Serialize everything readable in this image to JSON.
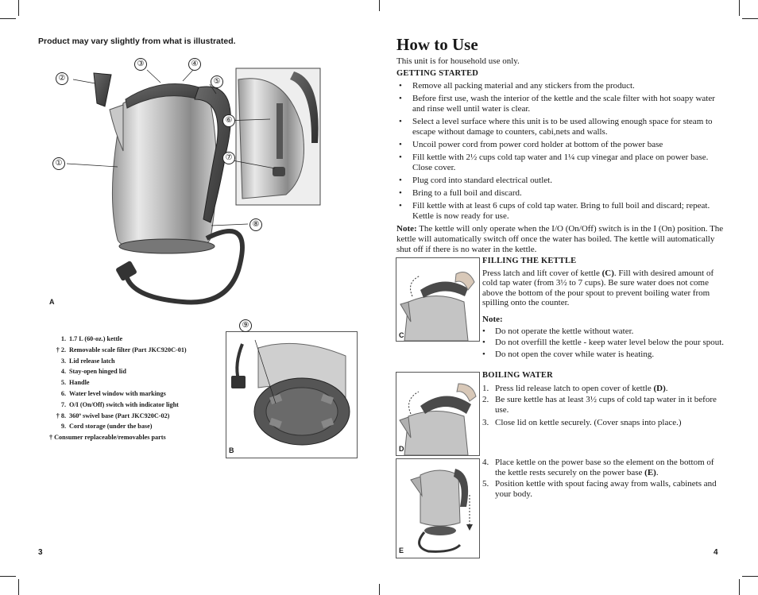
{
  "left_page": {
    "top_note": "Product may vary slightly from what is illustrated.",
    "figure_a_letter": "A",
    "figure_b_letter": "B",
    "callouts": [
      "①",
      "②",
      "③",
      "④",
      "⑤",
      "⑥",
      "⑦",
      "⑧",
      "⑨"
    ],
    "parts": [
      {
        "num": "1.",
        "text": "1.7 L (60-oz.) kettle"
      },
      {
        "num": "† 2.",
        "text": "Removable scale filter (Part JKC920C-01)"
      },
      {
        "num": "3.",
        "text": "Lid release latch"
      },
      {
        "num": "4.",
        "text": "Stay-open hinged lid"
      },
      {
        "num": "5.",
        "text": "Handle"
      },
      {
        "num": "6.",
        "text": "Water level window with markings"
      },
      {
        "num": "7.",
        "text": "O/I (On/Off) switch with indicator light"
      },
      {
        "num": "† 8.",
        "text": "360º swivel base (Part JKC920C-02)"
      },
      {
        "num": "9.",
        "text": "Cord storage (under the base)"
      }
    ],
    "parts_footnote": "† Consumer replaceable/removables parts",
    "page_number": "3"
  },
  "right_page": {
    "title": "How to Use",
    "intro": "This unit is for household use only.",
    "getting_started_heading": "GETTING STARTED",
    "getting_started_items": [
      "Remove all packing material and any stickers from the product.",
      "Before first use, wash the interior of the kettle and the scale filter with hot soapy water and rinse well until water is clear.",
      "Select a level surface where this unit is to be used allowing enough space for steam to escape without damage to counters, cabi,nets and walls.",
      "Uncoil power cord from power cord holder at bottom of the power base",
      "Fill kettle with 2½ cups cold tap water and 1¼ cup vinegar and place on power base.  Close cover.",
      "Plug cord into standard electrical outlet.",
      "Bring to a full boil and discard.",
      "Fill kettle with at least 6 cups of cold tap water.  Bring to full boil and discard; repeat.  Kettle is now ready for use."
    ],
    "note_label": "Note:",
    "note_text": "  The kettle will only operate when the I/O (On/Off) switch is in the I (On) position.  The kettle will automatically switch off once the water has boiled. The kettle will automatically shut off if there is no water in the kettle.",
    "filling_heading": "FILLING THE KETTLE",
    "filling_text_1": "Press latch and lift cover of kettle ",
    "filling_letter": "(C)",
    "filling_text_2": ". Fill with desired amount of cold tap water (from 3½ to 7 cups).  Be sure water does not come above the bottom of the pour spout to prevent boiling water from spilling onto the counter.",
    "filling_note_label": "Note:",
    "filling_notes": [
      "Do not operate the kettle without water.",
      "Do not overfill the kettle - keep water level below the pour spout.",
      "Do not open the cover while water is heating."
    ],
    "boiling_heading": "BOILING WATER",
    "boiling_steps": [
      {
        "n": "1.",
        "text": "Press lid release latch to open cover of kettle ",
        "bold": "(D)",
        "after": "."
      },
      {
        "n": "2.",
        "text": "Be sure kettle has at least 3½ cups of cold tap water in it before use.",
        "bold": "",
        "after": ""
      },
      {
        "n": "3.",
        "text": "Close lid on kettle securely.  (Cover snaps into place.)",
        "bold": "",
        "after": ""
      }
    ],
    "boiling_steps_2": [
      {
        "n": "4.",
        "text": "Place kettle on the power base so the element on the bottom of the kettle rests securely on the power base ",
        "bold": "(E)",
        "after": "."
      },
      {
        "n": "5.",
        "text": "Position kettle with spout facing away from walls, cabinets and your body.",
        "bold": "",
        "after": ""
      }
    ],
    "fig_c_letter": "C",
    "fig_d_letter": "D",
    "fig_e_letter": "E",
    "page_number": "4"
  }
}
